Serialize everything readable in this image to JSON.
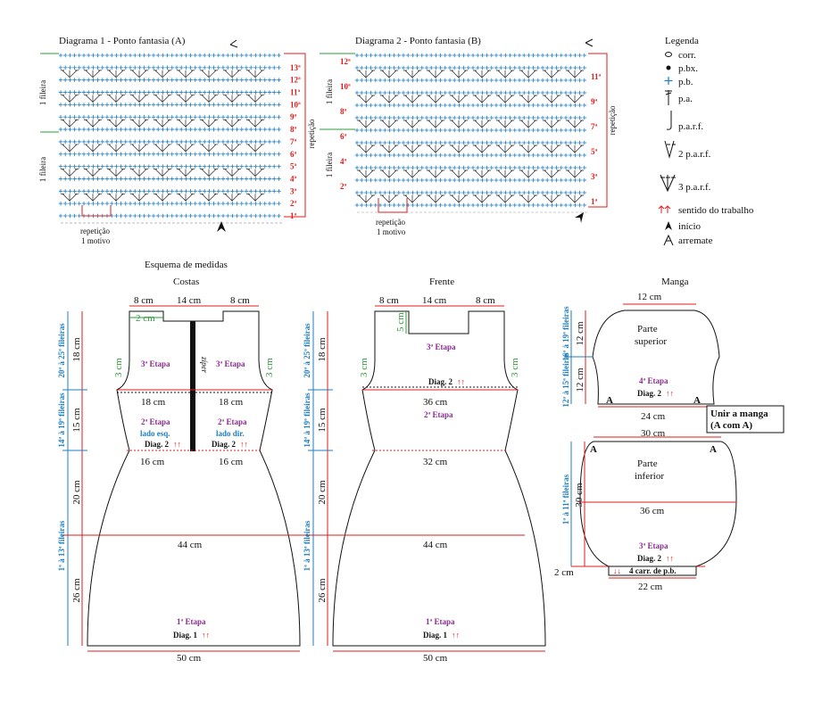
{
  "diagram1": {
    "title": "Diagrama 1 - Ponto fantasia (A)",
    "rows": [
      "1ª",
      "2ª",
      "3ª",
      "4ª",
      "5ª",
      "6ª",
      "7ª",
      "8ª",
      "9ª",
      "10ª",
      "11ª",
      "12ª",
      "13ª"
    ],
    "fileira_labels": [
      "1 fileira",
      "1 fileira"
    ],
    "repeticao_side": "repetição",
    "repeticao_bottom": [
      "repetição",
      "1 motivo"
    ]
  },
  "diagram2": {
    "title": "Diagrama 2 - Ponto fantasia (B)",
    "rows_left": [
      "2ª",
      "4ª",
      "6ª",
      "8ª",
      "10ª",
      "12ª"
    ],
    "rows_right": [
      "1ª",
      "3ª",
      "5ª",
      "7ª",
      "9ª",
      "11ª"
    ],
    "fileira_labels": [
      "1 fileira",
      "1 fileira"
    ],
    "repeticao_side": "repetição",
    "repeticao_bottom": [
      "repetição",
      "1 motivo"
    ]
  },
  "legend": {
    "title": "Legenda",
    "items": [
      {
        "icon": "chain-oval-icon",
        "label": "corr."
      },
      {
        "icon": "slip-stitch-dot-icon",
        "label": "p.bx."
      },
      {
        "icon": "single-crochet-plus-icon",
        "label": "p.b."
      },
      {
        "icon": "half-double-icon",
        "label": "p.a."
      },
      {
        "icon": "raised-stitch-icon",
        "label": "p.a.r.f."
      },
      {
        "icon": "two-raised-icon",
        "label": "2 p.a.r.f."
      },
      {
        "icon": "three-raised-icon",
        "label": "3 p.a.r.f."
      },
      {
        "icon": "direction-arrows-icon",
        "label": "sentido do trabalho"
      },
      {
        "icon": "start-arrow-icon",
        "label": "início"
      },
      {
        "icon": "finish-arrow-icon",
        "label": "arremate"
      }
    ]
  },
  "schema_title": "Esquema de medidas",
  "costas": {
    "title": "Costas",
    "top": [
      "8 cm",
      "14 cm",
      "8 cm"
    ],
    "neck_depth": "2 cm",
    "armhole": "3 cm",
    "zipper": "zíper",
    "etapa3": "3ª Etapa",
    "bust": [
      "18 cm",
      "18 cm"
    ],
    "etapa2": "2ª Etapa",
    "lado_esq": "lado esq.",
    "lado_dir": "lado dir.",
    "diag2": "Diag. 2",
    "waist": [
      "16 cm",
      "16 cm"
    ],
    "hip": "44 cm",
    "etapa1": "1ª Etapa",
    "diag1": "Diag. 1",
    "bottom": "50 cm",
    "heights": [
      "18 cm",
      "15 cm",
      "20 cm",
      "26 cm"
    ],
    "fileiras": [
      "20ª à 25ª fileiras",
      "14ª à 19ª fileiras",
      "1ª à 13ª fileiras"
    ]
  },
  "frente": {
    "title": "Frente",
    "top": [
      "8 cm",
      "14 cm",
      "8 cm"
    ],
    "neck_depth": "5 cm",
    "armhole": "3 cm",
    "etapa3": "3ª Etapa",
    "diag2": "Diag. 2",
    "bust": "36 cm",
    "etapa2": "2ª Etapa",
    "waist": "32 cm",
    "hip": "44 cm",
    "etapa1": "1ª Etapa",
    "diag1": "Diag. 1",
    "bottom": "50 cm",
    "heights": [
      "18 cm",
      "15 cm",
      "20 cm",
      "26 cm"
    ],
    "fileiras": [
      "20ª à 25ª fileiras",
      "14ª à 19ª fileiras",
      "1ª à 13ª fileiras"
    ]
  },
  "manga": {
    "title": "Manga",
    "top": "12 cm",
    "upper_label": [
      "Parte",
      "superior"
    ],
    "upper_heights": [
      "12 cm",
      "12 cm"
    ],
    "upper_fileiras": [
      "16ª à 19ª fileiras",
      "12ª à 15ª fileiras"
    ],
    "etapa4": "4ª Etapa",
    "diag2": "Diag. 2",
    "a_mark": "A",
    "upper_bottom": "24 cm",
    "unir": [
      "Unir a manga",
      "(A com A)"
    ],
    "lower_top": "30 cm",
    "lower_label": [
      "Parte",
      "inferior"
    ],
    "lower_height": "30 cm",
    "lower_fileiras": "1ª à 11ª fileiras",
    "mid": "36 cm",
    "etapa3": "3ª Etapa",
    "cuff_height": "2 cm",
    "cuff_text": "4 carr. de p.b.",
    "lower_bottom": "22 cm"
  },
  "colors": {
    "red": "#e21b1b",
    "blue": "#1d7fc4",
    "purple": "#8b2c8f",
    "green": "#2e9b3a"
  }
}
